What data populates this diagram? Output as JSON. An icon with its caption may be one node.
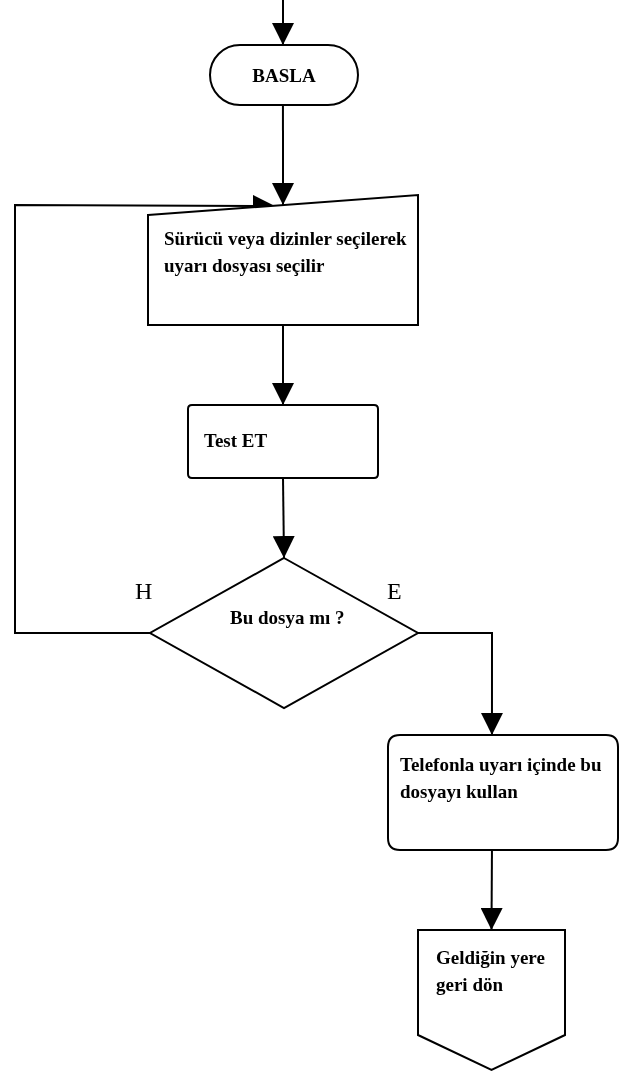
{
  "diagram": {
    "nodes": [
      {
        "text": [
          "BASLA"
        ]
      },
      {
        "text": [
          "Sürücü veya dizinler seçilerek uyarı dosyası seçilir"
        ]
      },
      {
        "text": [
          "Test ET"
        ]
      },
      {
        "text": [
          "Bu dosya mı ?"
        ]
      },
      {
        "text": [
          "Telefonla uyarı içinde bu dosyayı kullan"
        ]
      },
      {
        "text": [
          "Geldiğin yere geri dön"
        ]
      }
    ],
    "edges": [
      {
        "from": null,
        "to": 0,
        "arrow": "to"
      },
      {
        "from": 0,
        "to": 1,
        "arrow": "to"
      },
      {
        "from": 1,
        "to": 2,
        "arrow": "to"
      },
      {
        "from": 2,
        "to": 3,
        "arrow": "to"
      },
      {
        "from": 3,
        "to": 1,
        "arrow": "to",
        "label": "H"
      },
      {
        "from": 3,
        "to": 4,
        "arrow": "to",
        "label": "E"
      },
      {
        "from": 4,
        "to": 5,
        "arrow": "to"
      }
    ]
  }
}
